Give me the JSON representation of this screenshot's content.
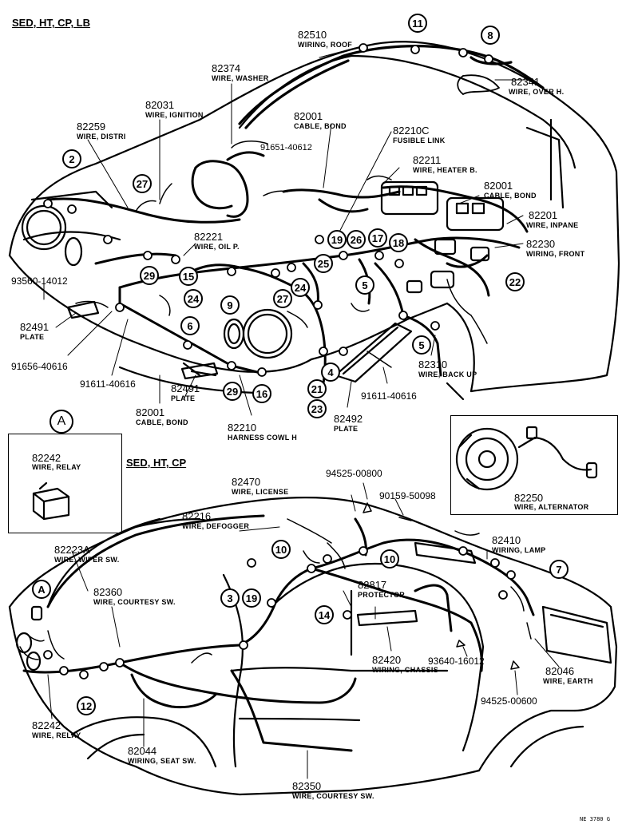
{
  "headers": {
    "top": "SED, HT, CP, LB",
    "middle": "SED, HT, CP"
  },
  "inset_a": {
    "badge": "A",
    "part": "82242",
    "name": "WIRE, RELAY"
  },
  "inset_alt": {
    "part": "82250",
    "name": "WIRE, ALTERNATOR"
  },
  "top_parts": [
    {
      "part": "82510",
      "name": "WIRING, ROOF"
    },
    {
      "part": "82374",
      "name": "WIRE, WASHER"
    },
    {
      "part": "82341",
      "name": "WIRE, OVER H."
    },
    {
      "part": "82031",
      "name": "WIRE, IGNITION"
    },
    {
      "part": "82001",
      "name": "CABLE, BOND"
    },
    {
      "part": "82259",
      "name": "WIRE, DISTRI"
    },
    {
      "part": "91651-40612",
      "name": ""
    },
    {
      "part": "82210C",
      "name": "FUSIBLE LINK"
    },
    {
      "part": "82211",
      "name": "WIRE, HEATER B."
    },
    {
      "part": "82001",
      "name": "CABLE, BOND"
    },
    {
      "part": "82201",
      "name": "WIRE, INPANE"
    },
    {
      "part": "82230",
      "name": "WIRING, FRONT"
    },
    {
      "part": "82221",
      "name": "WIRE, OIL P."
    },
    {
      "part": "93560-14012",
      "name": ""
    },
    {
      "part": "82491",
      "name": "PLATE"
    },
    {
      "part": "91656-40616",
      "name": ""
    },
    {
      "part": "91611-40616",
      "name": ""
    },
    {
      "part": "82491",
      "name": "PLATE"
    },
    {
      "part": "82001",
      "name": "CABLE, BOND"
    },
    {
      "part": "82210",
      "name": "HARNESS COWL H"
    },
    {
      "part": "82492",
      "name": "PLATE"
    },
    {
      "part": "91611-40616",
      "name": ""
    },
    {
      "part": "82310",
      "name": "WIRE, BACK UP"
    }
  ],
  "bottom_parts": [
    {
      "part": "82470",
      "name": "WIRE, LICENSE"
    },
    {
      "part": "94525-00800",
      "name": ""
    },
    {
      "part": "90159-50098",
      "name": ""
    },
    {
      "part": "82216",
      "name": "WIRE, DEFOGGER"
    },
    {
      "part": "82223A",
      "name": "WIRE, WIPER SW."
    },
    {
      "part": "82360",
      "name": "WIRE, COURTESY SW."
    },
    {
      "part": "82410",
      "name": "WIRING, LAMP"
    },
    {
      "part": "82817",
      "name": "PROTECTOR"
    },
    {
      "part": "82420",
      "name": "WIRING, CHASSIS"
    },
    {
      "part": "93640-16012",
      "name": ""
    },
    {
      "part": "82046",
      "name": "WIRE, EARTH"
    },
    {
      "part": "94525-00600",
      "name": ""
    },
    {
      "part": "82242",
      "name": "WIRE, RELAY"
    },
    {
      "part": "82044",
      "name": "WIRING, SEAT SW."
    },
    {
      "part": "82350",
      "name": "WIRE, COURTESY SW."
    }
  ],
  "callouts_top": [
    "11",
    "8",
    "2",
    "27",
    "19",
    "26",
    "17",
    "18",
    "25",
    "5",
    "22",
    "29",
    "15",
    "24",
    "9",
    "27",
    "24",
    "6",
    "5",
    "4",
    "21",
    "23",
    "29",
    "16"
  ],
  "callouts_bottom": [
    "A",
    "10",
    "10",
    "3",
    "19",
    "14",
    "7",
    "12"
  ],
  "figure_code": "NE 3780 G"
}
